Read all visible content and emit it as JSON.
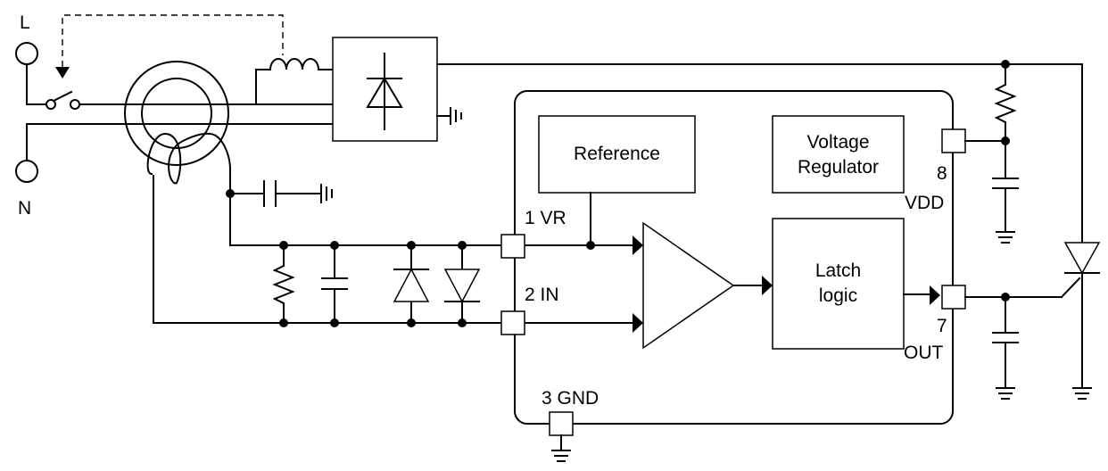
{
  "terminals": {
    "line": "L",
    "neutral": "N"
  },
  "blocks": {
    "reference": "Reference",
    "voltage_regulator": [
      "Voltage",
      "Regulator"
    ],
    "latch_logic": [
      "Latch",
      "logic"
    ]
  },
  "pins": {
    "vr": "1 VR",
    "in": "2 IN",
    "gnd": "3 GND",
    "vdd_number": "8",
    "vdd_name": "VDD",
    "out_number": "7",
    "out_name": "OUT"
  }
}
